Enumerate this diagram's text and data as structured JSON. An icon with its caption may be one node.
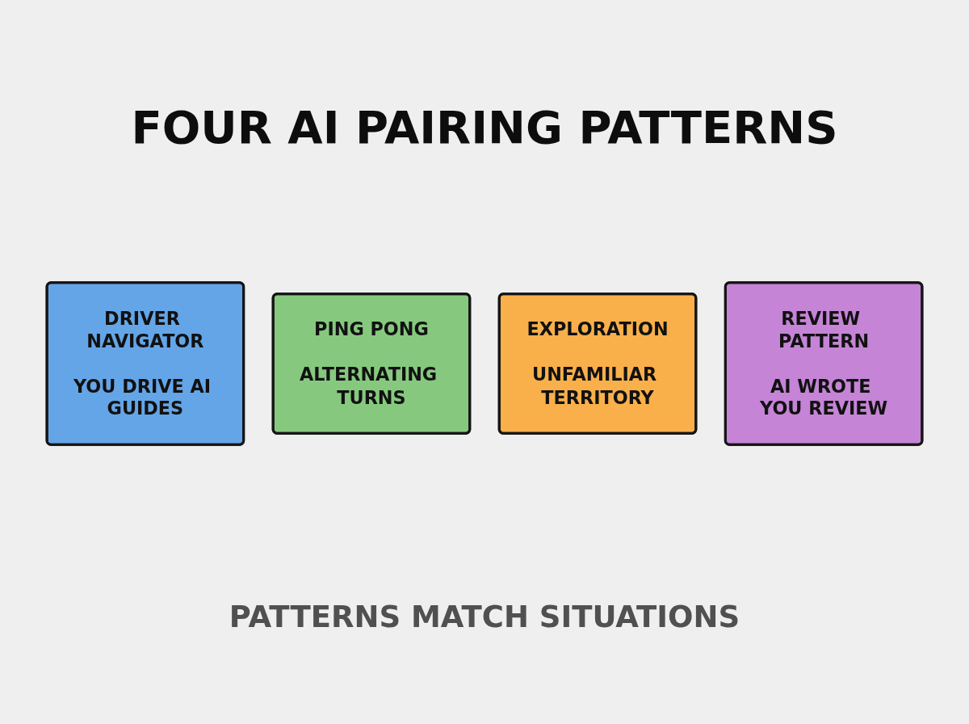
{
  "diagram": {
    "title": "FOUR AI PAIRING PATTERNS",
    "nodes": [
      {
        "text": [
          "DRIVER NAVIGATOR",
          "YOU DRIVE AI GUIDES"
        ]
      },
      {
        "text": [
          "PING PONG",
          "ALTERNATING TURNS"
        ]
      },
      {
        "text": [
          "EXPLORATION",
          "UNFAMILIAR TERRITORY"
        ]
      },
      {
        "text": [
          "REVIEW PATTERN",
          "AI WROTE YOU REVIEW"
        ]
      }
    ],
    "caption": "PATTERNS MATCH SITUATIONS"
  }
}
